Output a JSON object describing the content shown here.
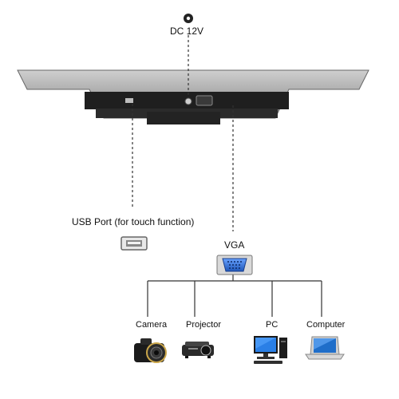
{
  "labels": {
    "dc": "DC 12V",
    "usb": "USB Port (for touch function)",
    "vga": "VGA",
    "camera": "Camera",
    "projector": "Projector",
    "pc": "PC",
    "computer": "Computer"
  },
  "icons": {
    "dc": "dc-power-jack-icon",
    "usb": "usb-port-icon",
    "vga": "vga-connector-icon",
    "camera": "camera-icon",
    "projector": "projector-icon",
    "pc": "desktop-pc-icon",
    "computer": "laptop-icon"
  },
  "colors": {
    "bezel": "#9a9a9a",
    "connector_blue": "#2f6fd6",
    "line": "#333333"
  }
}
